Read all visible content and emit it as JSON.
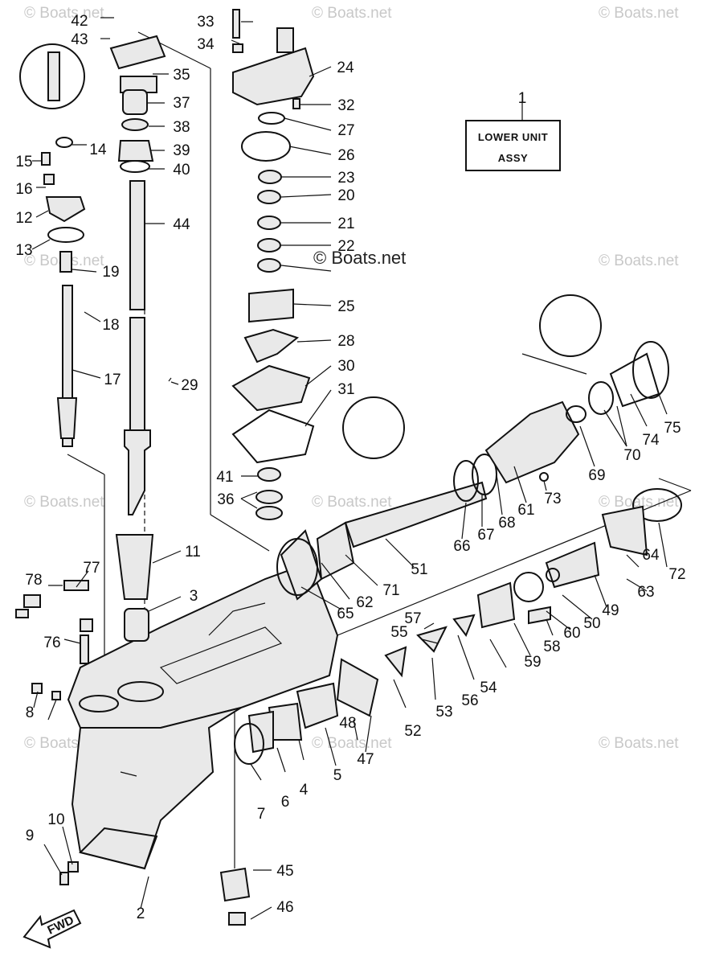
{
  "watermark": "© Boats.net",
  "assembly_box": {
    "ref": "1",
    "line1": "LOWER UNIT",
    "line2": "ASSY"
  },
  "fwd_label": "FWD",
  "callouts": [
    "1",
    "2",
    "3",
    "4",
    "5",
    "6",
    "7",
    "8",
    "9",
    "10",
    "11",
    "12",
    "13",
    "14",
    "15",
    "16",
    "17",
    "18",
    "19",
    "20",
    "21",
    "22",
    "23",
    "24",
    "25",
    "26",
    "27",
    "28",
    "29",
    "30",
    "31",
    "32",
    "33",
    "34",
    "35",
    "36",
    "37",
    "38",
    "39",
    "40",
    "41",
    "42",
    "43",
    "44",
    "45",
    "46",
    "47",
    "48",
    "49",
    "50",
    "51",
    "52",
    "53",
    "54",
    "55",
    "56",
    "57",
    "58",
    "59",
    "60",
    "61",
    "62",
    "63",
    "64",
    "65",
    "66",
    "67",
    "68",
    "69",
    "70",
    "71",
    "72",
    "73",
    "74",
    "75",
    "76",
    "77",
    "78"
  ]
}
